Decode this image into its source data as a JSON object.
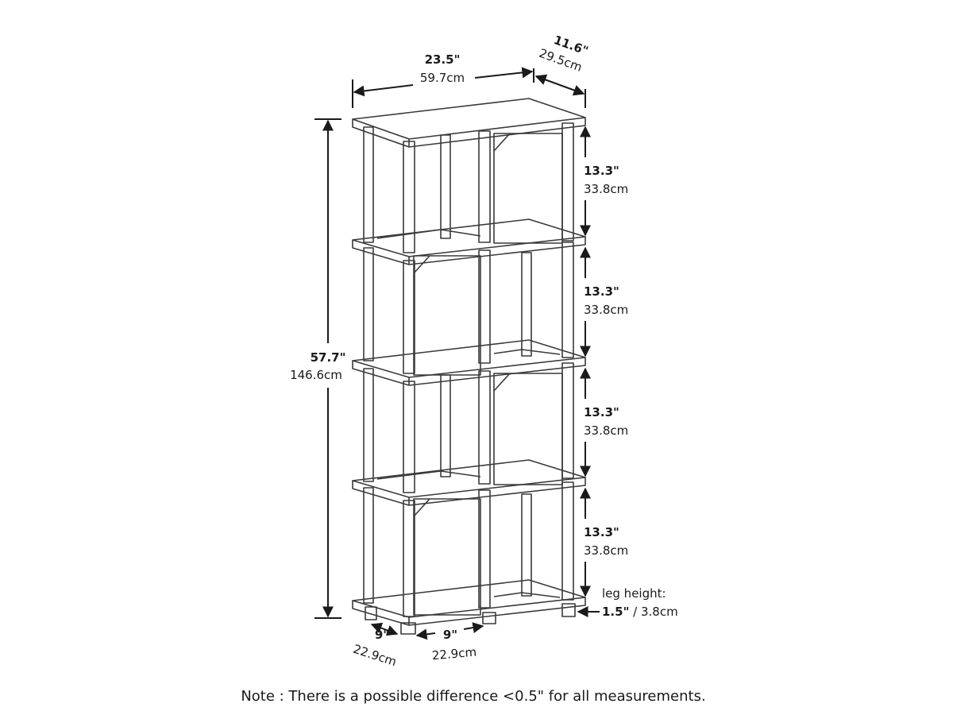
{
  "dimensions": {
    "width": {
      "imperial": "23.5\"",
      "metric": "59.7cm"
    },
    "depth": {
      "imperial": "11.6\"",
      "metric": "29.5cm"
    },
    "height": {
      "imperial": "57.7\"",
      "metric": "146.6cm"
    },
    "shelves": [
      {
        "imperial": "13.3\"",
        "metric": "33.8cm"
      },
      {
        "imperial": "13.3\"",
        "metric": "33.8cm"
      },
      {
        "imperial": "13.3\"",
        "metric": "33.8cm"
      },
      {
        "imperial": "13.3\"",
        "metric": "33.8cm"
      }
    ],
    "leg": {
      "caption": "leg height:",
      "imperial": "1.5\"",
      "metric": " / 3.8cm"
    },
    "cube_depth": {
      "imperial": "9\"",
      "metric": "22.9cm"
    },
    "cube_width": {
      "imperial": "9\"",
      "metric": "22.9cm"
    }
  },
  "note": "Note : There is a possible difference <0.5\" for all measurements."
}
